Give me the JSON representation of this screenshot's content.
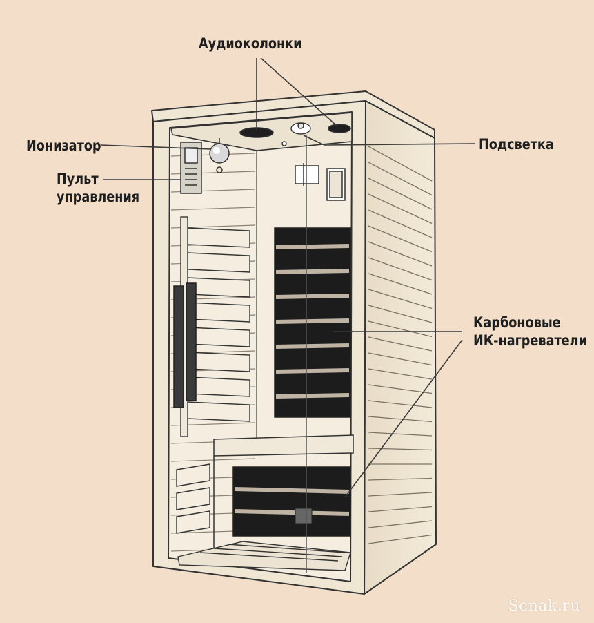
{
  "labels": {
    "speakers": "Аудиоколонки",
    "ionizer": "Ионизатор",
    "lighting": "Подсветка",
    "control_panel": [
      "Пульт",
      "управления"
    ],
    "heaters": [
      "Карбоновые",
      "ИК-нагреватели"
    ]
  },
  "watermark": "Senak.ru",
  "colors": {
    "background": "#f3dfc9",
    "wood": "#efe6d4",
    "line": "#3a3a3a",
    "heater_panel": "#1c1c1c",
    "heater_bar": "#bfb4a4",
    "text": "#1e1e1e"
  }
}
